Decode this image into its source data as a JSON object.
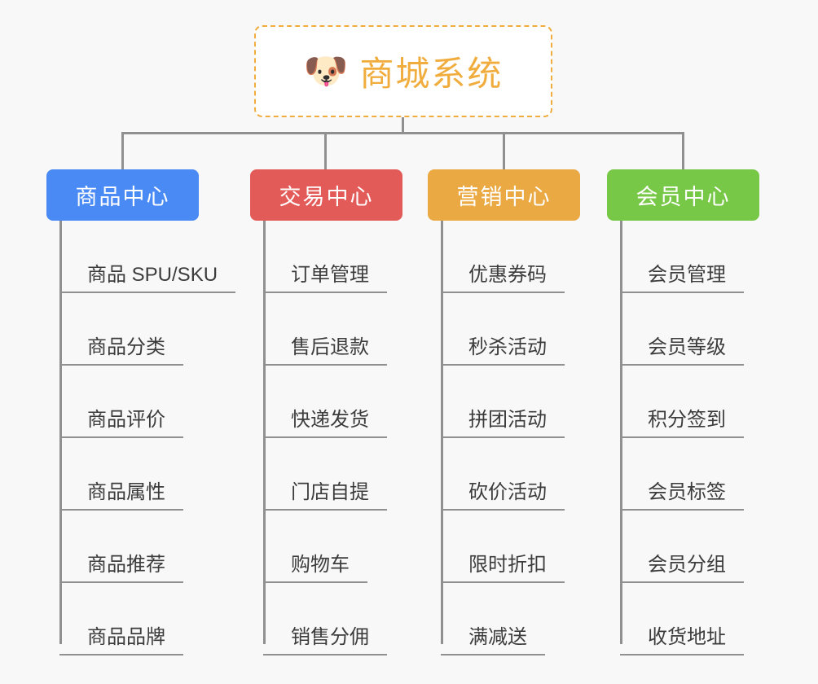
{
  "page": {
    "background_color": "#f8f8f8",
    "line_color": "#909090",
    "text_color": "#3c3c3c"
  },
  "root": {
    "title": "商城系统",
    "icon": "dog-face-emoji",
    "emoji": "🐶",
    "accent_color": "#f0ad3e",
    "border_style": "dashed"
  },
  "branches": [
    {
      "label": "商品中心",
      "color": "#4a8af4",
      "items": [
        {
          "label": "商品 SPU/SKU"
        },
        {
          "label": "商品分类"
        },
        {
          "label": "商品评价"
        },
        {
          "label": "商品属性"
        },
        {
          "label": "商品推荐"
        },
        {
          "label": "商品品牌"
        }
      ]
    },
    {
      "label": "交易中心",
      "color": "#e35b58",
      "items": [
        {
          "label": "订单管理"
        },
        {
          "label": "售后退款"
        },
        {
          "label": "快递发货"
        },
        {
          "label": "门店自提"
        },
        {
          "label": "购物车"
        },
        {
          "label": "销售分佣"
        }
      ]
    },
    {
      "label": "营销中心",
      "color": "#eaa943",
      "items": [
        {
          "label": "优惠券码"
        },
        {
          "label": "秒杀活动"
        },
        {
          "label": "拼团活动"
        },
        {
          "label": "砍价活动"
        },
        {
          "label": "限时折扣"
        },
        {
          "label": "满减送"
        }
      ]
    },
    {
      "label": "会员中心",
      "color": "#78c847",
      "items": [
        {
          "label": "会员管理"
        },
        {
          "label": "会员等级"
        },
        {
          "label": "积分签到"
        },
        {
          "label": "会员标签"
        },
        {
          "label": "会员分组"
        },
        {
          "label": "收货地址"
        }
      ]
    }
  ]
}
